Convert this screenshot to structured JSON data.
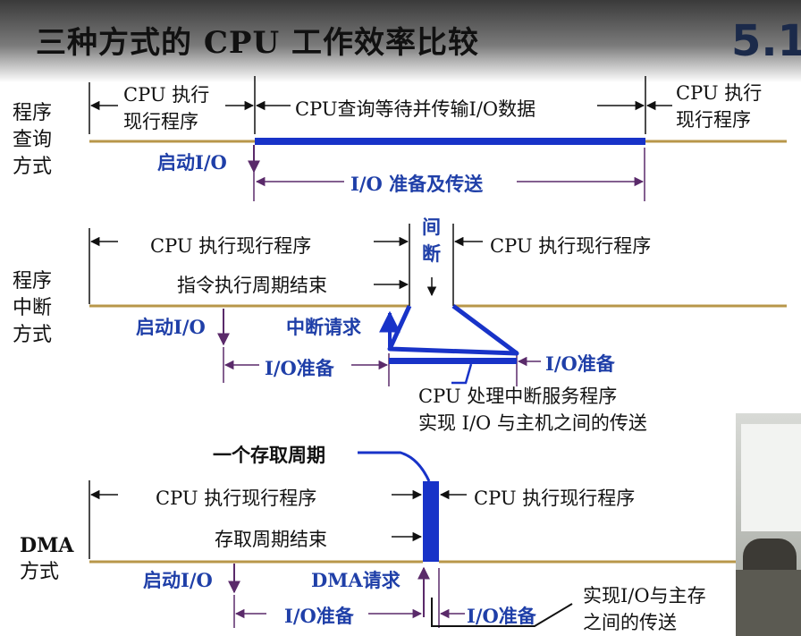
{
  "title": "三种方式的 CPU 工作效率比较",
  "slide_number": "5.1",
  "icons": {
    "back": "back-arrow-icon"
  },
  "colors": {
    "timeline": "#b8974a",
    "io_bar": "#1833c8",
    "marker": "#5a2a6a",
    "accent_text": "#1f3fa8"
  },
  "program_query": {
    "side_label": [
      "程序",
      "查询",
      "方式"
    ],
    "cpu_run_left": [
      "CPU 执行",
      "现行程序"
    ],
    "cpu_wait": "CPU查询等待并传输I/O数据",
    "cpu_run_right": [
      "CPU  执行",
      "现行程序"
    ],
    "start_io": "启动I/O",
    "io_prepare_transfer": "I/O 准备及传送"
  },
  "program_interrupt": {
    "side_label": [
      "程序",
      "中断",
      "方式"
    ],
    "cpu_run_left": "CPU  执行现行程序",
    "instruction_end": "指令执行周期结束",
    "gap": [
      "间",
      "断"
    ],
    "cpu_run_right": "CPU  执行现行程序",
    "start_io": "启动I/O",
    "interrupt_request": "中断请求",
    "io_prepare_left": "I/O准备",
    "io_prepare_right": "I/O准备",
    "service": [
      "CPU 处理中断服务程序",
      "实现 I/O 与主机之间的传送"
    ]
  },
  "dma": {
    "side_label": [
      "DMA",
      "方式"
    ],
    "access_cycle": "一个存取周期",
    "cpu_run_left": "CPU  执行现行程序",
    "cycle_end": "存取周期结束",
    "cpu_run_right": "CPU  执行现行程序",
    "start_io": "启动I/O",
    "dma_request": "DMA请求",
    "io_prepare_left": "I/O准备",
    "io_prepare_right": "I/O准备",
    "transfer": [
      "实现I/O与主存",
      "之间的传送"
    ]
  }
}
